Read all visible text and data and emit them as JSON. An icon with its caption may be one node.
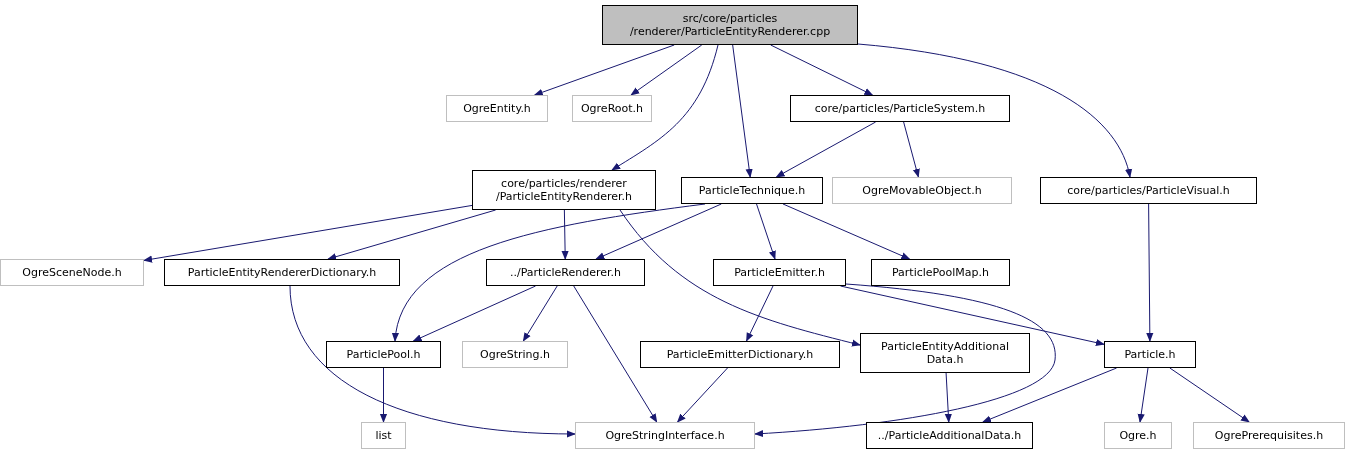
{
  "diagram": {
    "nodes": [
      {
        "text": [
          "src/core/particles /renderer/ParticleEntityRenderer.cpp"
        ]
      },
      {
        "text": [
          "OgreEntity.h"
        ]
      },
      {
        "text": [
          "OgreRoot.h"
        ]
      },
      {
        "text": [
          "core/particles/ParticleSystem.h"
        ]
      },
      {
        "text": [
          "core/particles/renderer /ParticleEntityRenderer.h"
        ]
      },
      {
        "text": [
          "ParticleTechnique.h"
        ]
      },
      {
        "text": [
          "OgreMovableObject.h"
        ]
      },
      {
        "text": [
          "core/particles/ParticleVisual.h"
        ]
      },
      {
        "text": [
          "OgreSceneNode.h"
        ]
      },
      {
        "text": [
          "ParticleEntityRendererDictionary.h"
        ]
      },
      {
        "text": [
          "../ParticleRenderer.h"
        ]
      },
      {
        "text": [
          "ParticleEmitter.h"
        ]
      },
      {
        "text": [
          "ParticlePoolMap.h"
        ]
      },
      {
        "text": [
          "ParticlePool.h"
        ]
      },
      {
        "text": [
          "OgreString.h"
        ]
      },
      {
        "text": [
          "ParticleEmitterDictionary.h"
        ]
      },
      {
        "text": [
          "ParticleEntityAdditional Data.h"
        ]
      },
      {
        "text": [
          "Particle.h"
        ]
      },
      {
        "text": [
          "list"
        ]
      },
      {
        "text": [
          "OgreStringInterface.h"
        ]
      },
      {
        "text": [
          "../ParticleAdditionalData.h"
        ]
      },
      {
        "text": [
          "Ogre.h"
        ]
      },
      {
        "text": [
          "OgrePrerequisites.h"
        ]
      }
    ],
    "edges": [
      {
        "from": 0,
        "to": 1,
        "arrow": "to"
      },
      {
        "from": 0,
        "to": 2,
        "arrow": "to"
      },
      {
        "from": 0,
        "to": 4,
        "arrow": "to"
      },
      {
        "from": 0,
        "to": 5,
        "arrow": "to"
      },
      {
        "from": 0,
        "to": 3,
        "arrow": "to"
      },
      {
        "from": 0,
        "to": 7,
        "arrow": "to"
      },
      {
        "from": 3,
        "to": 5,
        "arrow": "to"
      },
      {
        "from": 3,
        "to": 6,
        "arrow": "to"
      },
      {
        "from": 4,
        "to": 8,
        "arrow": "to"
      },
      {
        "from": 4,
        "to": 9,
        "arrow": "to"
      },
      {
        "from": 4,
        "to": 10,
        "arrow": "to"
      },
      {
        "from": 4,
        "to": 16,
        "arrow": "to"
      },
      {
        "from": 5,
        "to": 13,
        "arrow": "to"
      },
      {
        "from": 5,
        "to": 10,
        "arrow": "to"
      },
      {
        "from": 5,
        "to": 11,
        "arrow": "to"
      },
      {
        "from": 5,
        "to": 12,
        "arrow": "to"
      },
      {
        "from": 7,
        "to": 17,
        "arrow": "to"
      },
      {
        "from": 9,
        "to": 19,
        "arrow": "to"
      },
      {
        "from": 10,
        "to": 13,
        "arrow": "to"
      },
      {
        "from": 10,
        "to": 14,
        "arrow": "to"
      },
      {
        "from": 10,
        "to": 19,
        "arrow": "to"
      },
      {
        "from": 11,
        "to": 15,
        "arrow": "to"
      },
      {
        "from": 11,
        "to": 17,
        "arrow": "to"
      },
      {
        "from": 11,
        "to": 19,
        "arrow": "to"
      },
      {
        "from": 13,
        "to": 18,
        "arrow": "to"
      },
      {
        "from": 15,
        "to": 19,
        "arrow": "to"
      },
      {
        "from": 16,
        "to": 20,
        "arrow": "to"
      },
      {
        "from": 17,
        "to": 20,
        "arrow": "to"
      },
      {
        "from": 17,
        "to": 21,
        "arrow": "to"
      },
      {
        "from": 17,
        "to": 22,
        "arrow": "to"
      }
    ]
  }
}
